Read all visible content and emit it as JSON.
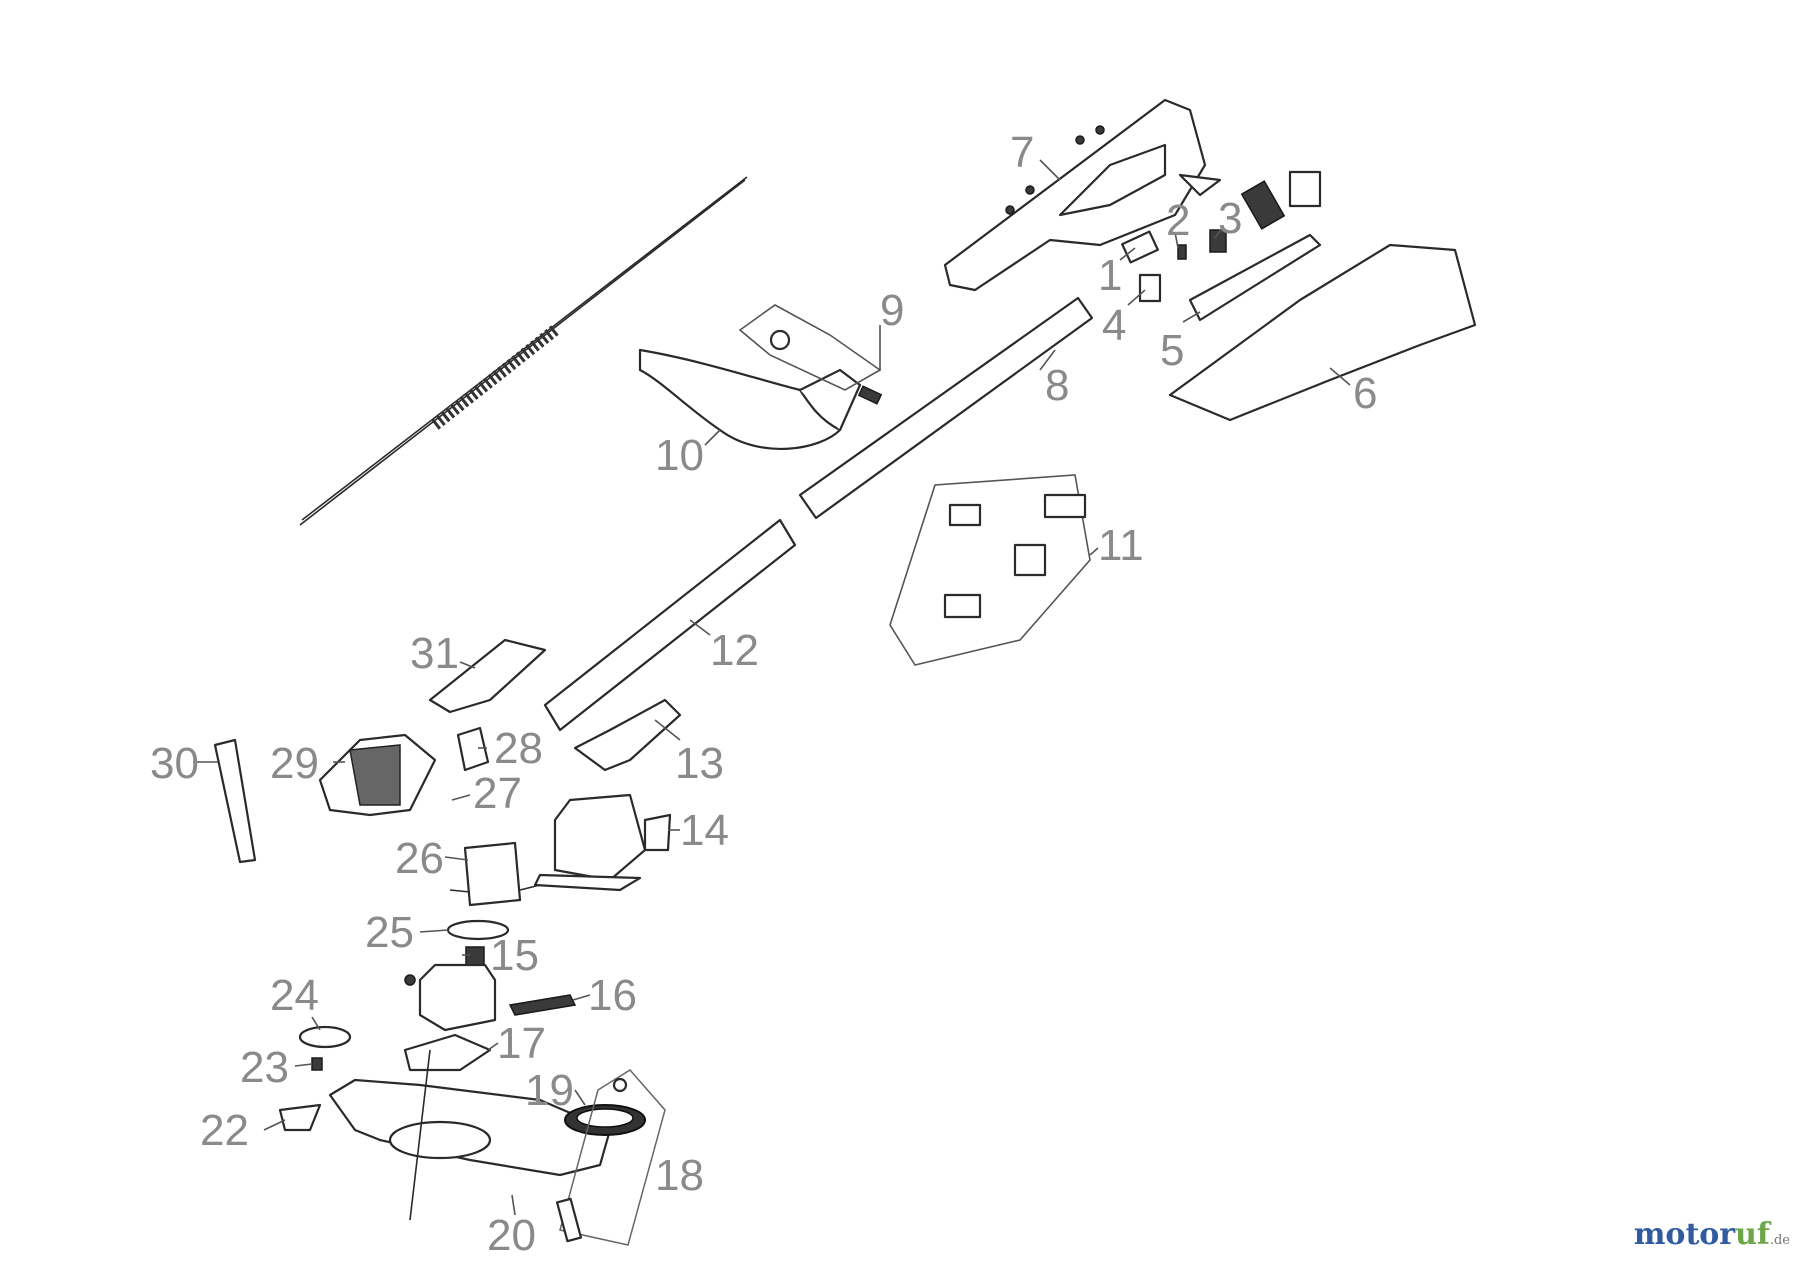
{
  "diagram": {
    "labels": [
      "1",
      "2",
      "3",
      "4",
      "5",
      "6",
      "7",
      "8",
      "9",
      "10",
      "11",
      "12",
      "13",
      "14",
      "15",
      "16",
      "17",
      "18",
      "19",
      "20",
      "22",
      "23",
      "24",
      "25",
      "26",
      "27",
      "28",
      "29",
      "30",
      "31"
    ]
  },
  "watermark": {
    "brand_main": "motor",
    "brand_accent": "uf",
    "tld": ".de"
  }
}
